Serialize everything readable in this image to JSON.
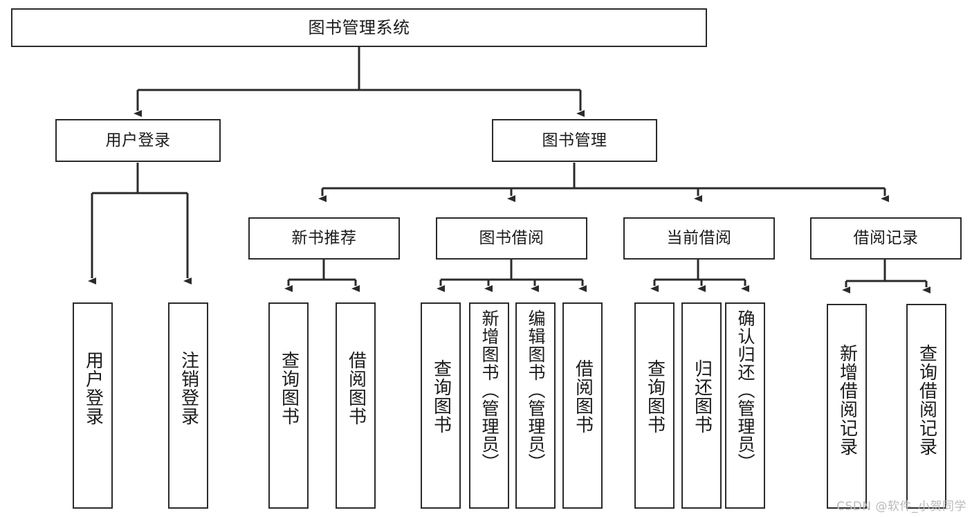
{
  "diagram": {
    "type": "tree-hierarchy",
    "title": "图书管理系统",
    "root": {
      "id": "root",
      "label": "图书管理系统"
    },
    "level1": [
      {
        "id": "user-login",
        "label": "用户登录"
      },
      {
        "id": "book-manage",
        "label": "图书管理"
      }
    ],
    "level2": [
      {
        "id": "new-book-rec",
        "label": "新书推荐",
        "parent": "book-manage"
      },
      {
        "id": "book-borrow",
        "label": "图书借阅",
        "parent": "book-manage"
      },
      {
        "id": "current-borrow",
        "label": "当前借阅",
        "parent": "book-manage"
      },
      {
        "id": "borrow-record",
        "label": "借阅记录",
        "parent": "book-manage"
      }
    ],
    "leaves": {
      "user-login": [
        {
          "id": "leaf-user-login",
          "label": "用户登录"
        },
        {
          "id": "leaf-logout",
          "label": "注销登录"
        }
      ],
      "new-book-rec": [
        {
          "id": "leaf-query-book-1",
          "label": "查询图书"
        },
        {
          "id": "leaf-borrow-book-1",
          "label": "借阅图书"
        }
      ],
      "book-borrow": [
        {
          "id": "leaf-query-book-2",
          "label": "查询图书"
        },
        {
          "id": "leaf-add-book",
          "label": "新增图书（管理员）"
        },
        {
          "id": "leaf-edit-book",
          "label": "编辑图书（管理员）"
        },
        {
          "id": "leaf-borrow-book-2",
          "label": "借阅图书"
        }
      ],
      "current-borrow": [
        {
          "id": "leaf-query-book-3",
          "label": "查询图书"
        },
        {
          "id": "leaf-return-book",
          "label": "归还图书"
        },
        {
          "id": "leaf-confirm-return",
          "label": "确认归还（管理员）"
        }
      ],
      "borrow-record": [
        {
          "id": "leaf-add-record",
          "label": "新增借阅记录"
        },
        {
          "id": "leaf-query-record",
          "label": "查询借阅记录"
        }
      ]
    }
  },
  "watermark": {
    "text": "CSDN @软件_小贺同学"
  },
  "colors": {
    "background": "#ffffff",
    "node_border": "#2b2b2b",
    "node_fill": "#ffffff",
    "connector": "#2b2b2b",
    "text": "#1b1b1b",
    "watermark": "#b9b9b9"
  }
}
